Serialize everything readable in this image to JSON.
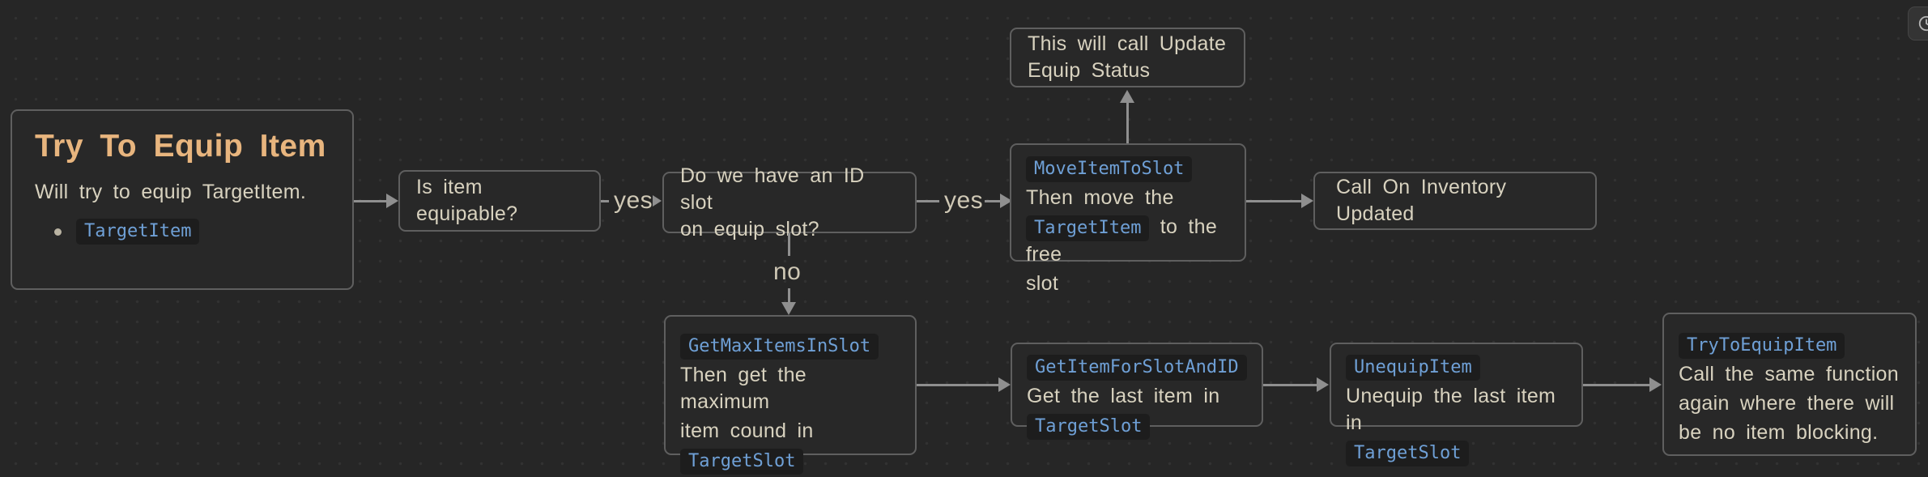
{
  "colors": {
    "canvas_bg": "#262626",
    "node_bg": "#282828",
    "node_border": "#5f5f5f",
    "heading_accent": "#e8b57e",
    "body_text": "#d8d2bf",
    "code_text": "#6fa0d6",
    "code_bg": "#1d1d1d",
    "edge": "#8f8f8f",
    "edge_label": "#cfc8b5"
  },
  "toolbar": {
    "history_icon": "clock-history-icon"
  },
  "nodes": {
    "start": {
      "title": "Try To Equip Item",
      "subtitle": "Will try to equip TargetItem.",
      "bullet": "TargetItem"
    },
    "is_equipable": {
      "text": "Is item equipable?"
    },
    "id_slot": {
      "line1": "Do we have an ID slot",
      "line2": "on equip slot?"
    },
    "update_status": {
      "line1": "This will call Update",
      "line2": "Equip Status"
    },
    "move_item": {
      "fn": "MoveItemToSlot",
      "line1": "Then move the",
      "arg": "TargetItem",
      "line2": "to the free",
      "line3": "slot"
    },
    "call_inventory": {
      "text": "Call On Inventory Updated"
    },
    "get_max": {
      "fn": "GetMaxItemsInSlot",
      "line1": "Then get the maximum",
      "line2": "item cound in",
      "arg": "TargetSlot"
    },
    "get_item": {
      "fn": "GetItemForSlotAndID",
      "line1": "Get the last item in",
      "arg": "TargetSlot"
    },
    "unequip": {
      "fn": "UnequipItem",
      "line1": "Unequip the last item in",
      "arg": "TargetSlot"
    },
    "retry": {
      "fn": "TryToEquipItem",
      "line1": "Call the same function",
      "line2": "again where there will",
      "line3": "be no item blocking."
    }
  },
  "edges": {
    "yes1": "yes",
    "yes2": "yes",
    "no": "no"
  }
}
